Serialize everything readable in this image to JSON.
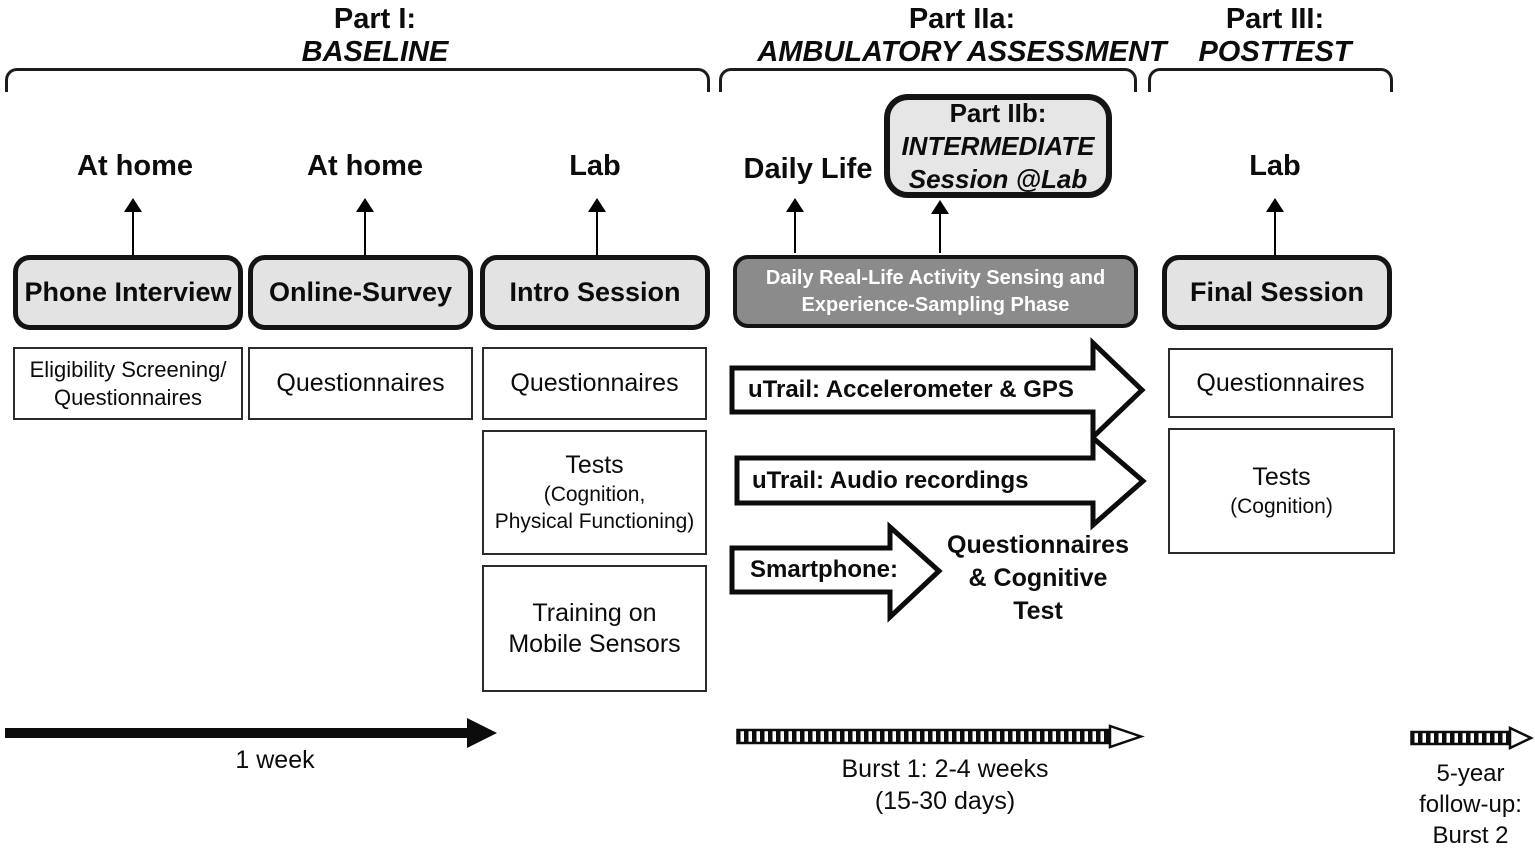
{
  "headers": {
    "part1": {
      "l1": "Part I:",
      "l2": "BASELINE"
    },
    "part2a": {
      "l1": "Part IIa:",
      "l2": "AMBULATORY ASSESSMENT"
    },
    "part3": {
      "l1": "Part III:",
      "l2": "POSTTEST"
    }
  },
  "locations": {
    "athome1": "At home",
    "athome2": "At home",
    "lab1": "Lab",
    "daily": "Daily Life",
    "lab2": "Lab"
  },
  "part2b": {
    "l1": "Part IIb:",
    "l2": "INTERMEDIATE",
    "l3": "Session @Lab"
  },
  "stages": {
    "phone": "Phone Interview",
    "online": "Online-Survey",
    "intro": "Intro Session",
    "final": "Final Session",
    "sensing_l1": "Daily Real-Life Activity Sensing and",
    "sensing_l2": "Experience-Sampling Phase"
  },
  "details": {
    "elig_l1": "Eligibility Screening/",
    "elig_l2": "Questionnaires",
    "online_q": "Questionnaires",
    "intro_q": "Questionnaires",
    "intro_tests_l1": "Tests",
    "intro_tests_l2": "(Cognition,",
    "intro_tests_l3": "Physical Functioning)",
    "training_l1": "Training on",
    "training_l2": "Mobile Sensors",
    "final_q": "Questionnaires",
    "final_tests_l1": "Tests",
    "final_tests_l2": "(Cognition)"
  },
  "arrows": {
    "accel": "uTrail: Accelerometer & GPS",
    "audio": "uTrail: Audio recordings",
    "smartphone": "Smartphone:",
    "out_l1": "Questionnaires",
    "out_l2": "& Cognitive",
    "out_l3": "Test"
  },
  "timeline": {
    "week": "1 week",
    "burst1_l1": "Burst 1: 2-4 weeks",
    "burst1_l2": "(15-30 days)",
    "burst2_l1": "5-year",
    "burst2_l2": "follow-up:",
    "burst2_l3": "Burst 2"
  },
  "colors": {
    "light_box_fill": "#e3e3e3",
    "dark_box_fill": "#8b8b8b",
    "dark_box_text": "#ffffff",
    "line": "#141414"
  }
}
